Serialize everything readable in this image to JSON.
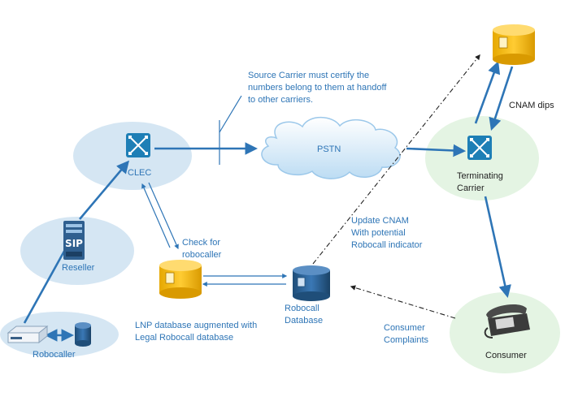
{
  "nodes": {
    "robocaller": "Robocaller",
    "reseller": "Reseller",
    "clec": "CLEC",
    "pstn": "PSTN",
    "terminating_carrier": [
      "Terminating",
      "Carrier"
    ],
    "consumer": "Consumer",
    "robocall_database": [
      "Robocall",
      "Database"
    ]
  },
  "annotations": {
    "source_carrier": [
      "Source Carrier must certify the",
      "numbers belong to them at handoff",
      "to other carriers."
    ],
    "check_for_robocaller": [
      "Check for",
      "robocaller"
    ],
    "update_cnam": [
      "Update CNAM",
      "With potential",
      "Robocall indicator"
    ],
    "lnp_database": [
      "LNP database augmented with",
      "Legal Robocall database"
    ],
    "consumer_complaints": [
      "Consumer",
      "Complaints"
    ],
    "cnam_dips": "CNAM dips"
  },
  "icons": {
    "sip_label": "SIP"
  },
  "colors": {
    "ellipse_blue": "#d5e6f3",
    "ellipse_green": "#e4f4e3",
    "arrow_blue": "#2e75b6",
    "text_blue": "#2e75b6",
    "router_blue": "#1e7fb6",
    "db_gold": "#f5b800",
    "cloud_fill": "#cfe6f7"
  }
}
